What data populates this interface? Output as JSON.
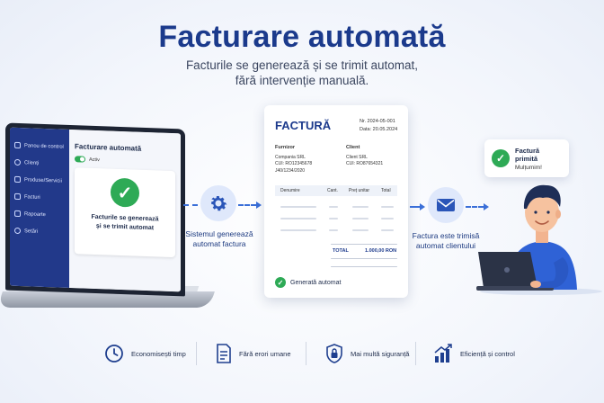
{
  "header": {
    "title": "Facturare automată",
    "subtitle_line1": "Facturile se generează și se trimit automat,",
    "subtitle_line2": "fără intervenție manuală."
  },
  "app": {
    "sidebar": [
      {
        "label": "Panou de control",
        "icon": "grid-icon"
      },
      {
        "label": "Clienți",
        "icon": "user-icon"
      },
      {
        "label": "Produse/Servicii",
        "icon": "box-icon"
      },
      {
        "label": "Facturi",
        "icon": "document-icon"
      },
      {
        "label": "Rapoarte",
        "icon": "chart-icon"
      },
      {
        "label": "Setări",
        "icon": "gear-icon"
      }
    ],
    "panel_title": "Facturare automată",
    "toggle_label": "Activ",
    "card_line1": "Facturile se generează",
    "card_line2": "și se trimit automat"
  },
  "step_generate": {
    "line1": "Sistemul generează",
    "line2": "automat factura"
  },
  "invoice": {
    "title": "FACTURĂ",
    "number": "Nr. 2024-05-001",
    "date": "Data: 20.05.2024",
    "supplier_heading": "Furnizor",
    "supplier_name": "Compania SRL",
    "supplier_cui": "CUI: RO12345678",
    "supplier_reg": "J40/1234/2020",
    "client_heading": "Client",
    "client_name": "Client SRL",
    "client_cui": "CUI: RO87654321",
    "columns": [
      "Denumire",
      "Cant.",
      "Preț unitar",
      "Total"
    ],
    "total_label": "TOTAL",
    "total_value": "1.000,00 RON",
    "generated_label": "Generată automat"
  },
  "step_send": {
    "line1": "Factura este trimisă",
    "line2": "automat clientului"
  },
  "notification": {
    "title": "Factură primită",
    "message": "Mulțumim!"
  },
  "features": [
    {
      "label": "Economisești timp",
      "icon": "clock-icon"
    },
    {
      "label": "Fără erori umane",
      "icon": "document-icon"
    },
    {
      "label": "Mai multă siguranță",
      "icon": "lock-shield-icon"
    },
    {
      "label": "Eficiență și control",
      "icon": "growth-chart-icon"
    }
  ],
  "colors": {
    "brand": "#1b3a8c",
    "sidebar": "#22398a",
    "accent": "#3a6fd8",
    "success": "#2eaa56"
  }
}
